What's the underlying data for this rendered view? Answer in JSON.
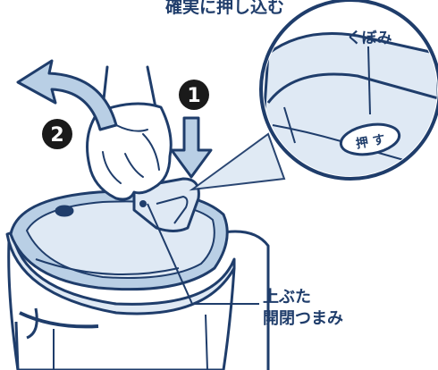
{
  "caption_top": "確実に押し込む",
  "step_one": "1",
  "step_two": "2",
  "zoom_label_recess": "くぼみ",
  "zoom_label_press": "押 す",
  "part_label_line1": "上ぶた",
  "part_label_line2": "開閉つまみ",
  "colors": {
    "line": "#1f3d6b",
    "fill_light": "#dfe9f4",
    "fill_mid": "#b9cfe5",
    "badge": "#1a1a1a",
    "background": "#ffffff"
  }
}
